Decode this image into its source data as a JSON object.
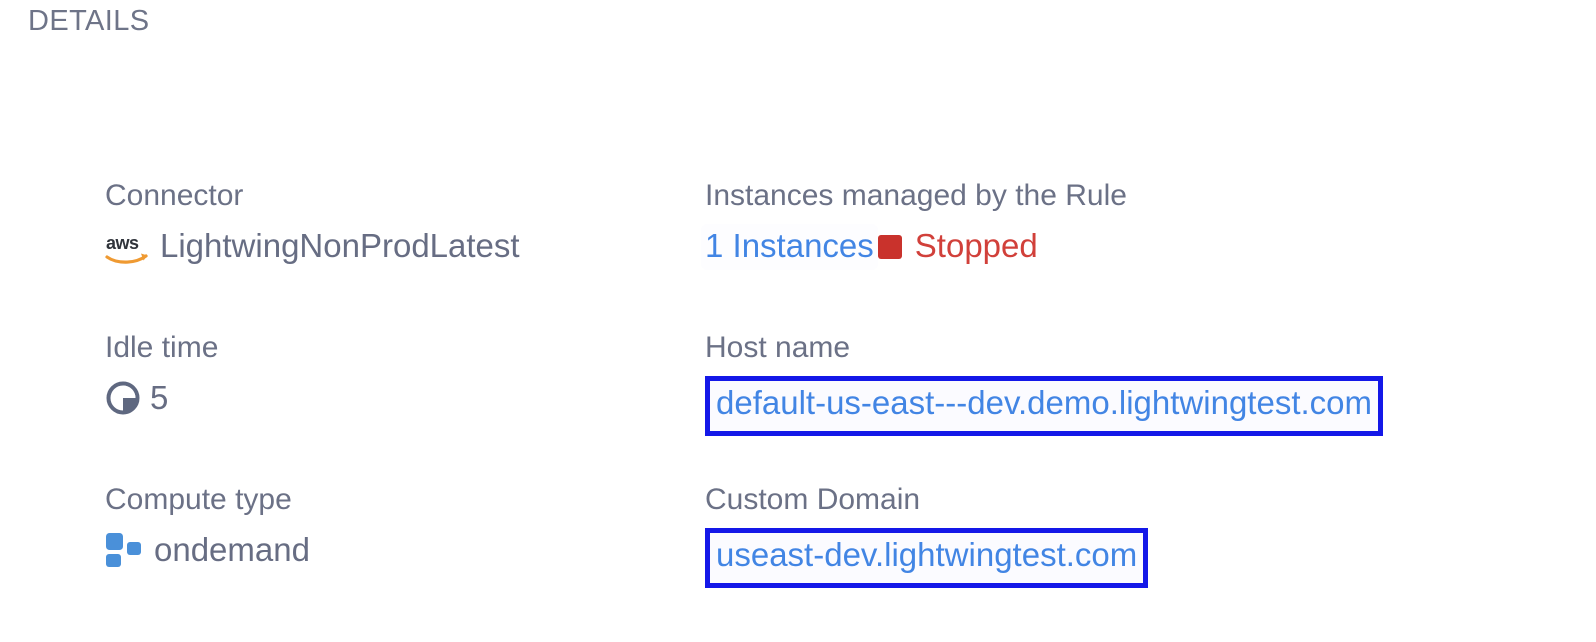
{
  "section": {
    "title": "DETAILS"
  },
  "colors": {
    "label": "#6b7186",
    "value": "#676d83",
    "link": "#4285e4",
    "status_stopped": "#d1403a",
    "highlight_border": "#1418e8",
    "aws_orange": "#ef9a32",
    "compute_blue": "#4a90d9",
    "background": "#ffffff"
  },
  "fields": {
    "connector": {
      "label": "Connector",
      "icon": "aws-logo-icon",
      "value": "LightwingNonProdLatest"
    },
    "instances": {
      "label": "Instances managed by the Rule",
      "count_label": "1 Instances",
      "status_icon": "stop-square-icon",
      "status": "Stopped"
    },
    "idle_time": {
      "label": "Idle time",
      "icon": "pie-clock-icon",
      "value": "5"
    },
    "host_name": {
      "label": "Host name",
      "value": "default-us-east---dev.demo.lightwingtest.com",
      "highlighted": true
    },
    "compute_type": {
      "label": "Compute type",
      "icon": "compute-blocks-icon",
      "value": "ondemand"
    },
    "custom_domain": {
      "label": "Custom Domain",
      "value": "useast-dev.lightwingtest.com",
      "highlighted": true
    }
  }
}
